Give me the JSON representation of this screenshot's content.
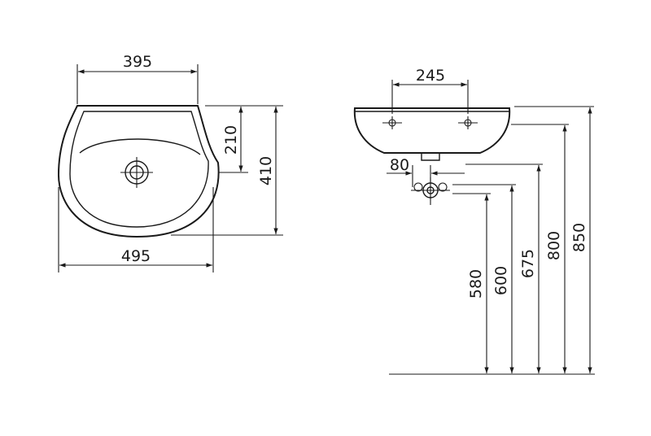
{
  "colors": {
    "line": "#1a1a1a",
    "background": "#ffffff"
  },
  "plan_view": {
    "dims": {
      "top_width": "395",
      "bottom_width": "495",
      "depth_to_drain": "210",
      "total_depth": "410"
    }
  },
  "side_view": {
    "dims": {
      "tap_spacing": "245",
      "trap_offset": "80",
      "height_580": "580",
      "height_600": "600",
      "height_675": "675",
      "height_800": "800",
      "height_850": "850"
    }
  }
}
